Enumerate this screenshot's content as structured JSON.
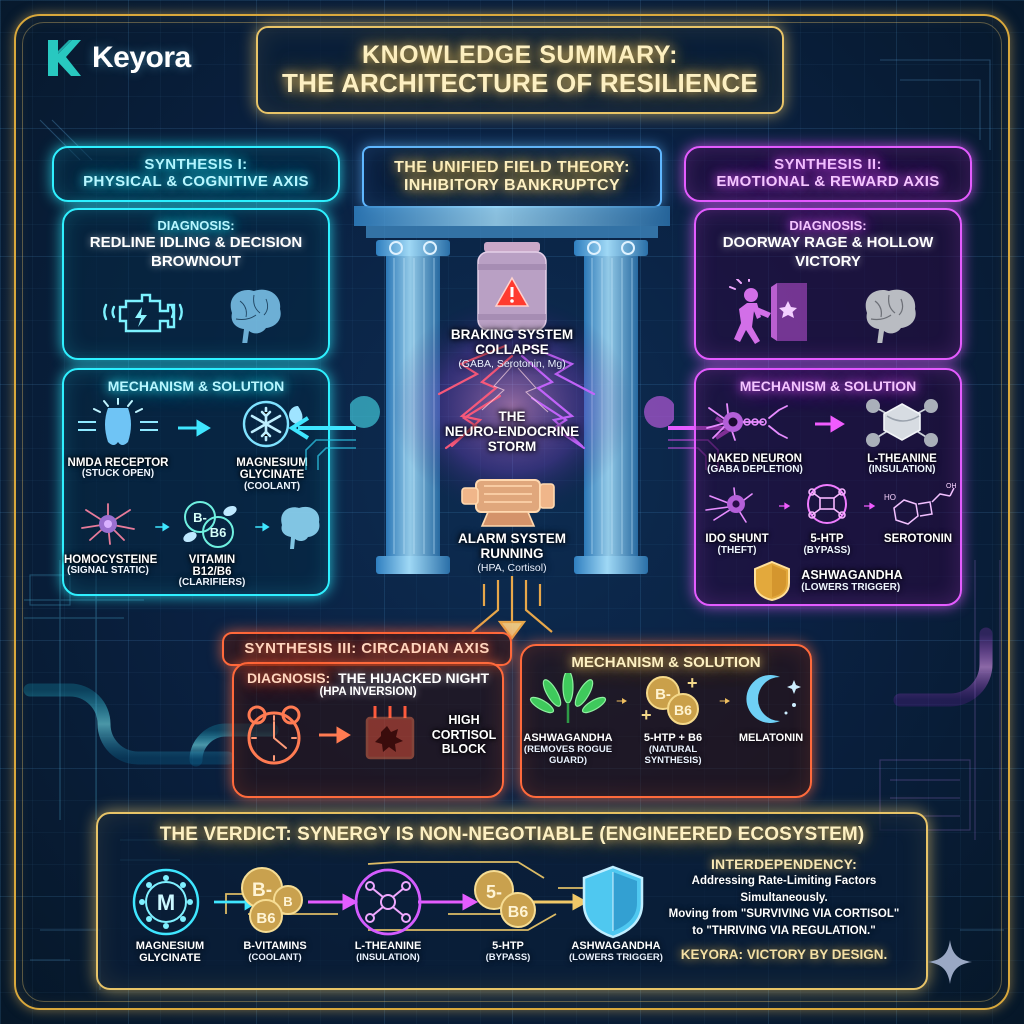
{
  "brand": {
    "name": "Keyora",
    "logo_icon": "keyora-k-logo"
  },
  "title": {
    "line1": "KNOWLEDGE SUMMARY:",
    "line2": "THE ARCHITECTURE OF RESILIENCE"
  },
  "colors": {
    "cyan": "#2ff0ff",
    "magenta": "#e45cff",
    "orange": "#ff6a3c",
    "gold": "#e8c468",
    "background": "#0a2142"
  },
  "left": {
    "header_line1": "SYNTHESIS I:",
    "header_line2": "PHYSICAL & COGNITIVE AXIS",
    "diagnosis": {
      "kicker": "DIAGNOSIS:",
      "main_line1": "REDLINE IDLING & DECISION",
      "main_line2": "BROWNOUT",
      "icons": [
        "engine-warning-icon",
        "brain-icon"
      ]
    },
    "mechanism": {
      "title": "MECHANISM & SOLUTION",
      "row1": [
        {
          "icon": "nmda-receptor-icon",
          "name": "NMDA RECEPTOR",
          "note": "(STUCK OPEN)"
        },
        {
          "icon": "snowflake-coolant-icon",
          "name": "MAGNESIUM GLYCINATE",
          "note": "(COOLANT)"
        }
      ],
      "row2": [
        {
          "icon": "inflamed-neuron-icon",
          "name": "HOMOCYSTEINE",
          "note": "(SIGNAL STATIC)"
        },
        {
          "icon": "b-vitamin-capsules-icon",
          "name": "VITAMIN B12/B6",
          "note": "(CLARIFIERS)"
        },
        {
          "icon": "clear-brain-icon",
          "name": "",
          "note": ""
        }
      ]
    }
  },
  "center": {
    "header_line1": "THE UNIFIED FIELD THEORY:",
    "header_line2": "INHIBITORY BANKRUPTCY",
    "top": {
      "icon": "brake-canister-warning-icon",
      "line1": "BRAKING SYSTEM",
      "line2": "COLLAPSE",
      "note": "(GABA, Serotonin, Mg)"
    },
    "middle": {
      "line1": "THE",
      "line2": "NEURO-ENDOCRINE",
      "line3": "STORM"
    },
    "bottom": {
      "icon": "engine-block-icon",
      "line1": "ALARM SYSTEM",
      "line2": "RUNNING",
      "note": "(HPA, Cortisol)"
    }
  },
  "right": {
    "header_line1": "SYNTHESIS II:",
    "header_line2": "EMOTIONAL & REWARD AXIS",
    "diagnosis": {
      "kicker": "DIAGNOSIS:",
      "main_line1": "DOORWAY RAGE & HOLLOW",
      "main_line2": "VICTORY",
      "icons": [
        "person-slamming-door-icon",
        "grey-brain-icon"
      ]
    },
    "mechanism": {
      "title": "MECHANISM & SOLUTION",
      "row1": [
        {
          "icon": "naked-neuron-icon",
          "name": "NAKED NEURON",
          "note": "(GABA DEPLETION)"
        },
        {
          "icon": "molecule-insulation-icon",
          "name": "L-THEANINE",
          "note": "(INSULATION)"
        }
      ],
      "row2": [
        {
          "icon": "ido-shunt-neuron-icon",
          "name": "IDO SHUNT",
          "note": "(THEFT)"
        },
        {
          "icon": "five-htp-molecule-icon",
          "name": "5-HTP",
          "note": "(BYPASS)"
        },
        {
          "icon": "serotonin-structure-icon",
          "name": "SEROTONIN",
          "note": ""
        }
      ],
      "row3": [
        {
          "icon": "gold-shield-icon",
          "name": "ASHWAGANDHA",
          "note": "(LOWERS TRIGGER)"
        }
      ]
    }
  },
  "circadian": {
    "header": "SYNTHESIS III: CIRCADIAN AXIS",
    "diagnosis": {
      "kicker": "DIAGNOSIS:",
      "main": "THE HIJACKED NIGHT",
      "note": "(HPA INVERSION)",
      "items": [
        {
          "icon": "alarm-clock-icon",
          "label": ""
        },
        {
          "icon": "blocked-melatonin-icon",
          "label": "HIGH CORTISOL BLOCK"
        }
      ]
    },
    "mechanism": {
      "title": "MECHANISM & SOLUTION",
      "steps": [
        {
          "icon": "ashwagandha-leaf-icon",
          "name": "ASHWAGANDHA",
          "note": "(REMOVES ROGUE GUARD)"
        },
        {
          "icon": "b-vitamin-pills-icon",
          "name": "5-HTP + B6",
          "note": "(NATURAL SYNTHESIS)"
        },
        {
          "icon": "crescent-moon-icon",
          "name": "MELATONIN",
          "note": ""
        }
      ]
    }
  },
  "verdict": {
    "title": "THE VERDICT: SYNERGY IS NON-NEGOTIABLE (ENGINEERED ECOSYSTEM)",
    "chain": [
      {
        "icon": "magnesium-m-icon",
        "name": "MAGNESIUM GLYCINATE",
        "note": ""
      },
      {
        "icon": "b-vitamin-cluster-icon",
        "name": "B-VITAMINS",
        "note": "(COOLANT)"
      },
      {
        "icon": "l-theanine-molecule-icon",
        "name": "L-THEANINE",
        "note": "(INSULATION)"
      },
      {
        "icon": "five-htp-b6-icon",
        "name": "5-HTP",
        "note": "(BYPASS)"
      },
      {
        "icon": "blue-shield-icon",
        "name": "ASHWAGANDHA",
        "note": "(LOWERS TRIGGER)"
      }
    ],
    "interdependency": {
      "heading": "INTERDEPENDENCY:",
      "body_line1": "Addressing Rate-Limiting Factors",
      "body_line2": "Simultaneously.",
      "body_line3": "Moving from \"SURVIVING VIA CORTISOL\"",
      "body_line4": "to \"THRIVING VIA REGULATION.\"",
      "keyora_line": "KEYORA: VICTORY BY DESIGN."
    }
  },
  "decor": {
    "sparkle_icon": "four-point-star-icon"
  }
}
